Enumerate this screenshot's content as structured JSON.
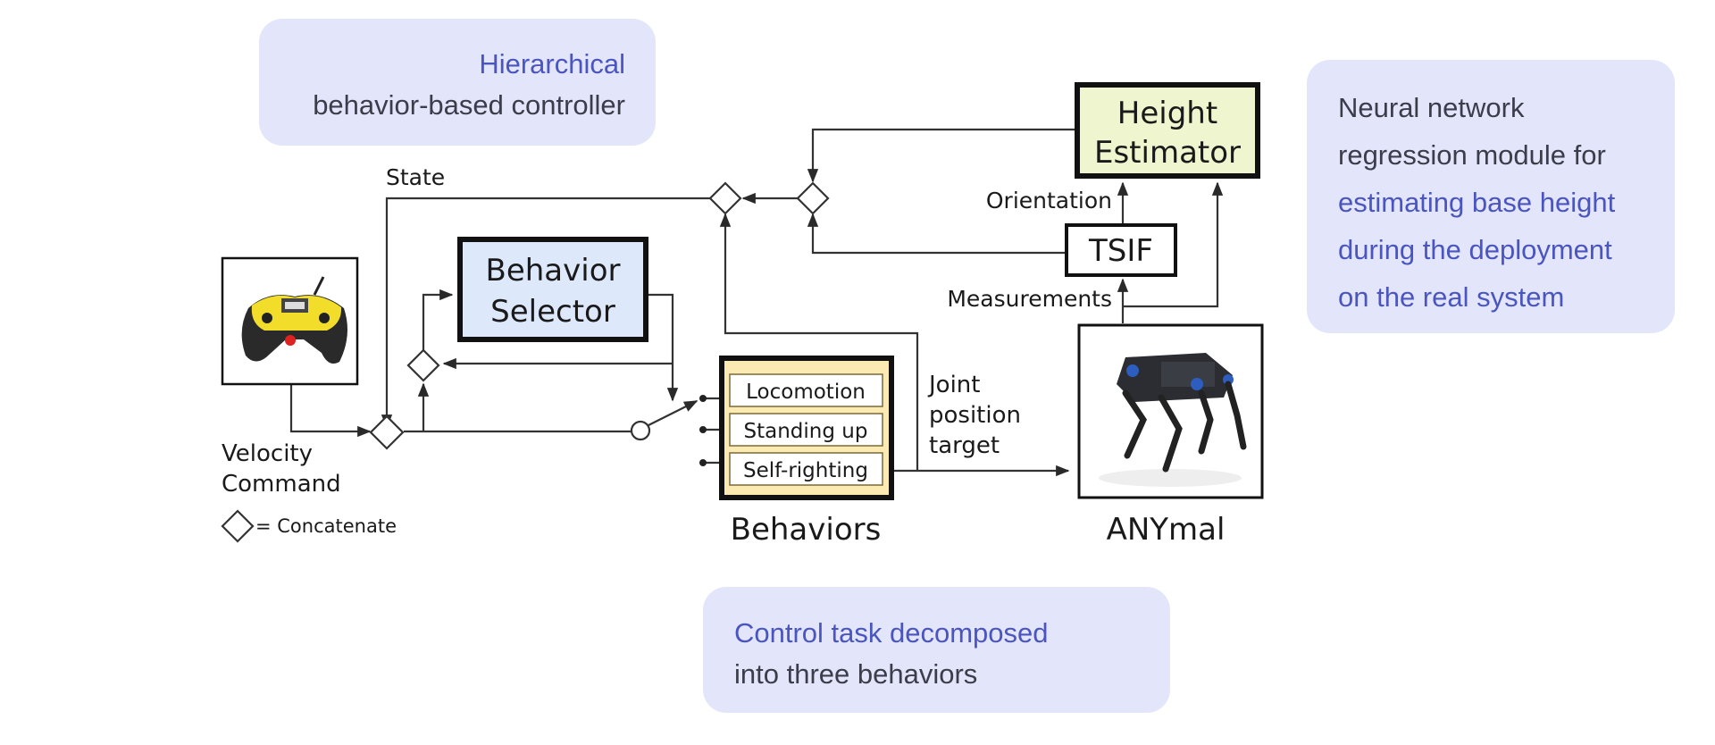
{
  "cards": {
    "top": {
      "accent": "Hierarchical",
      "text": "behavior-based controller"
    },
    "right": {
      "lines": [
        {
          "text": "Neural network",
          "accent": false
        },
        {
          "text": "regression module for",
          "accent": false
        },
        {
          "text": "estimating base height",
          "accent": true
        },
        {
          "text": "during the deployment",
          "accent": true
        },
        {
          "text": "on the real system",
          "accent": true
        }
      ]
    },
    "bottom": {
      "accent": "Control task decomposed",
      "text": "into three behaviors"
    }
  },
  "diagram": {
    "labels": {
      "state": "State",
      "orientation": "Orientation",
      "measurements": "Measurements",
      "joint_line1": "Joint",
      "joint_line2": "position",
      "joint_line3": "target",
      "velocity_line1": "Velocity",
      "velocity_line2": "Command",
      "legend": "= Concatenate",
      "behaviors": "Behaviors",
      "anymal": "ANYmal"
    },
    "blocks": {
      "behavior_selector": {
        "line1": "Behavior",
        "line2": "Selector"
      },
      "height_estimator": {
        "line1": "Height",
        "line2": "Estimator"
      },
      "tsif": "TSIF",
      "behavior_items": [
        "Locomotion",
        "Standing up",
        "Self-righting"
      ]
    },
    "images": {
      "controller": "gamepad-controller-image",
      "robot": "anymal-quadruped-robot-image"
    }
  },
  "colors": {
    "card_bg": "#e3e6fb",
    "accent_text": "#4a55c0",
    "body_text": "#3b3d4a",
    "selector_fill": "#dde9fb",
    "estimator_fill": "#eef5cf",
    "behaviors_fill": "#fbeab2"
  }
}
